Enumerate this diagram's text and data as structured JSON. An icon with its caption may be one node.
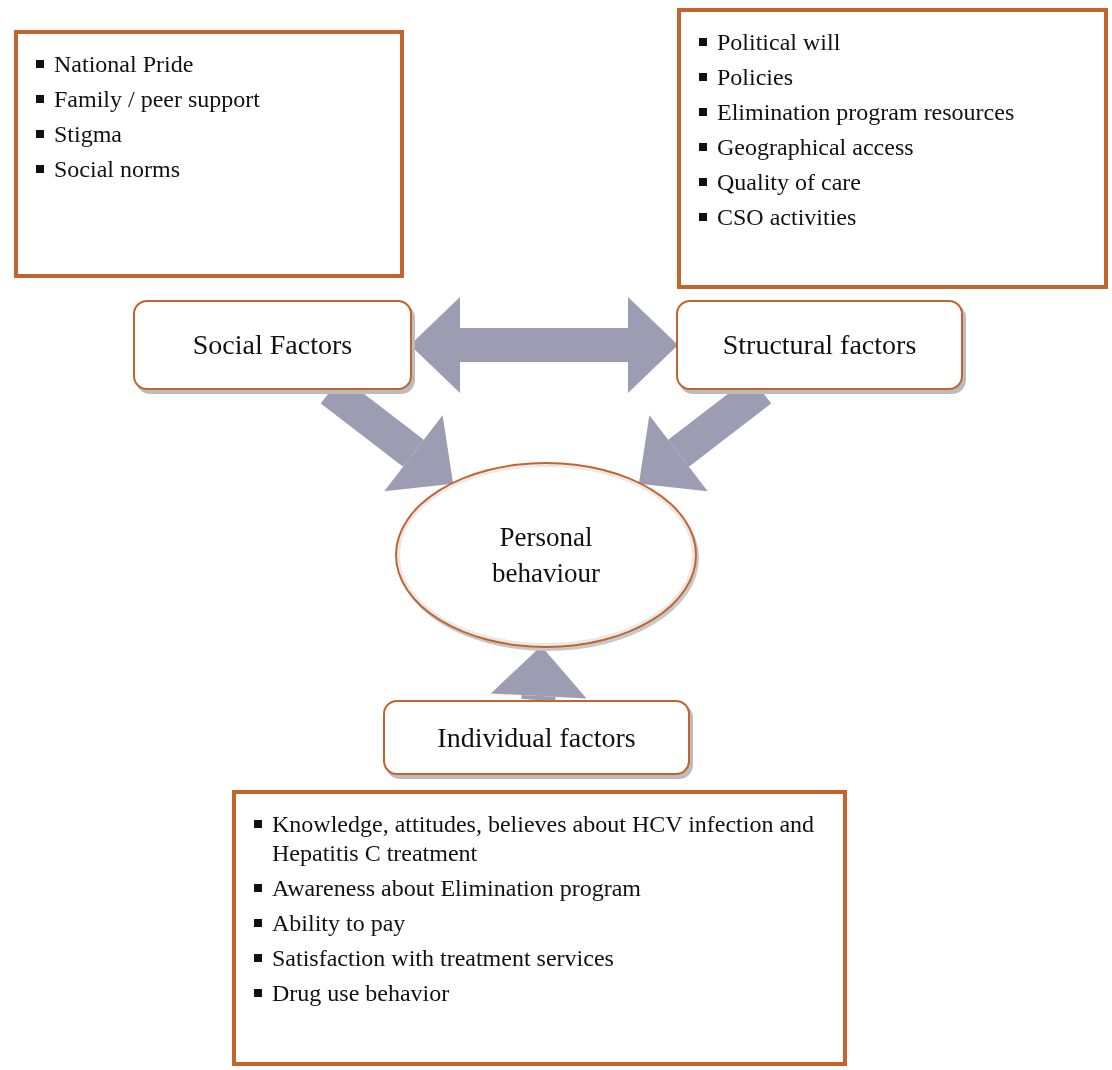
{
  "diagram": {
    "nodes": [
      {
        "text": [
          "National Pride",
          "Family / peer support",
          "Stigma",
          "Social norms"
        ]
      },
      {
        "text": [
          "Political will",
          "Policies",
          "Elimination program resources",
          "Geographical access",
          "Quality of care",
          "CSO activities"
        ]
      },
      {
        "text": [
          "Social Factors"
        ]
      },
      {
        "text": [
          "Structural factors"
        ]
      },
      {
        "text": [
          "Personal behaviour"
        ]
      },
      {
        "text": [
          "Individual factors"
        ]
      },
      {
        "text": [
          "Knowledge, attitudes, believes about HCV infection and Hepatitis C treatment",
          "Awareness about Elimination program",
          "Ability to pay",
          "Satisfaction with treatment services",
          "Drug use behavior"
        ]
      }
    ],
    "edges": [
      {
        "from": 2,
        "to": 3,
        "arrow": "both"
      },
      {
        "from": 2,
        "to": 4,
        "arrow": "to"
      },
      {
        "from": 3,
        "to": 4,
        "arrow": "to"
      },
      {
        "from": 5,
        "to": 4,
        "arrow": "to"
      }
    ]
  }
}
